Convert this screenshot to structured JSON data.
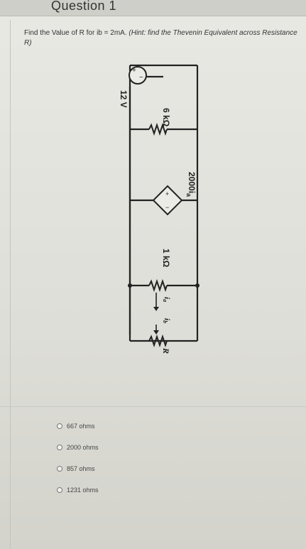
{
  "header": {
    "title": "Question 1"
  },
  "question": {
    "prompt": "Find the Value of R for ib = 2mA.",
    "hint": "(Hint: find the Thevenin Equivalent across Resistance R)"
  },
  "circuit": {
    "source_label": "12 V",
    "source_plus": "+",
    "source_minus": "−",
    "r1_label": "6 kΩ",
    "dep_source_label": "2000i",
    "dep_source_sub": "a",
    "dep_plus": "+",
    "dep_minus": "−",
    "r2_label": "1 kΩ",
    "ia_label": "i",
    "ia_sub": "a",
    "ib_label": "i",
    "ib_sub": "b",
    "r_label": "R"
  },
  "options": [
    {
      "label": "667 ohms"
    },
    {
      "label": "2000 ohms"
    },
    {
      "label": "857 ohms"
    },
    {
      "label": "1231 ohms"
    }
  ]
}
